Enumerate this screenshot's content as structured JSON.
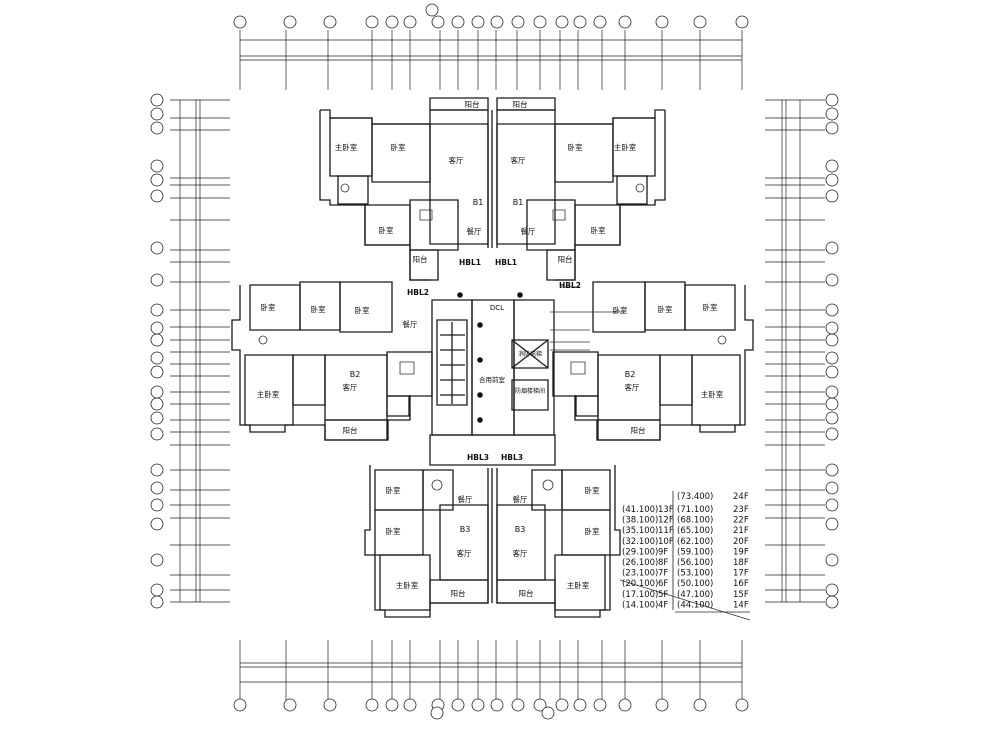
{
  "rooms": {
    "master_bedroom": "主卧室",
    "bedroom": "卧室",
    "living_room": "客厅",
    "dining_room": "餐厅",
    "balcony": "阳台"
  },
  "units": {
    "b1": "B1",
    "b2": "B2",
    "b3": "B3"
  },
  "core": {
    "stair_hall": "合用前室",
    "fire_elevator": "消防电梯",
    "elevator_2": "防烟楼梯间",
    "hbl1": "HBL1",
    "hbl2": "HBL2",
    "hbl3": "HBL3",
    "dcl": "DCL"
  },
  "elevation_table": {
    "top": {
      "elev": "(73.400)",
      "floor": "24F"
    },
    "rows": [
      {
        "l_elev": "(41.100)",
        "l_floor": "13F",
        "r_elev": "(71.100)",
        "r_floor": "23F"
      },
      {
        "l_elev": "(38.100)",
        "l_floor": "12F",
        "r_elev": "(68.100)",
        "r_floor": "22F"
      },
      {
        "l_elev": "(35.100)",
        "l_floor": "11F",
        "r_elev": "(65.100)",
        "r_floor": "21F"
      },
      {
        "l_elev": "(32.100)",
        "l_floor": "10F",
        "r_elev": "(62.100)",
        "r_floor": "20F"
      },
      {
        "l_elev": "(29.100)",
        "l_floor": "9F",
        "r_elev": "(59.100)",
        "r_floor": "19F"
      },
      {
        "l_elev": "(26.100)",
        "l_floor": "8F",
        "r_elev": "(56.100)",
        "r_floor": "18F"
      },
      {
        "l_elev": "(23.100)",
        "l_floor": "7F",
        "r_elev": "(53.100)",
        "r_floor": "17F"
      },
      {
        "l_elev": "(20.100)",
        "l_floor": "6F",
        "r_elev": "(50.100)",
        "r_floor": "16F"
      },
      {
        "l_elev": "(17.100)",
        "l_floor": "5F",
        "r_elev": "(47.100)",
        "r_floor": "15F"
      },
      {
        "l_elev": "(14.100)",
        "l_floor": "4F",
        "r_elev": "(44.100)",
        "r_floor": "14F"
      }
    ]
  },
  "colors": {
    "ink": "#111111",
    "wall": "#222222",
    "paper": "#ffffff"
  }
}
